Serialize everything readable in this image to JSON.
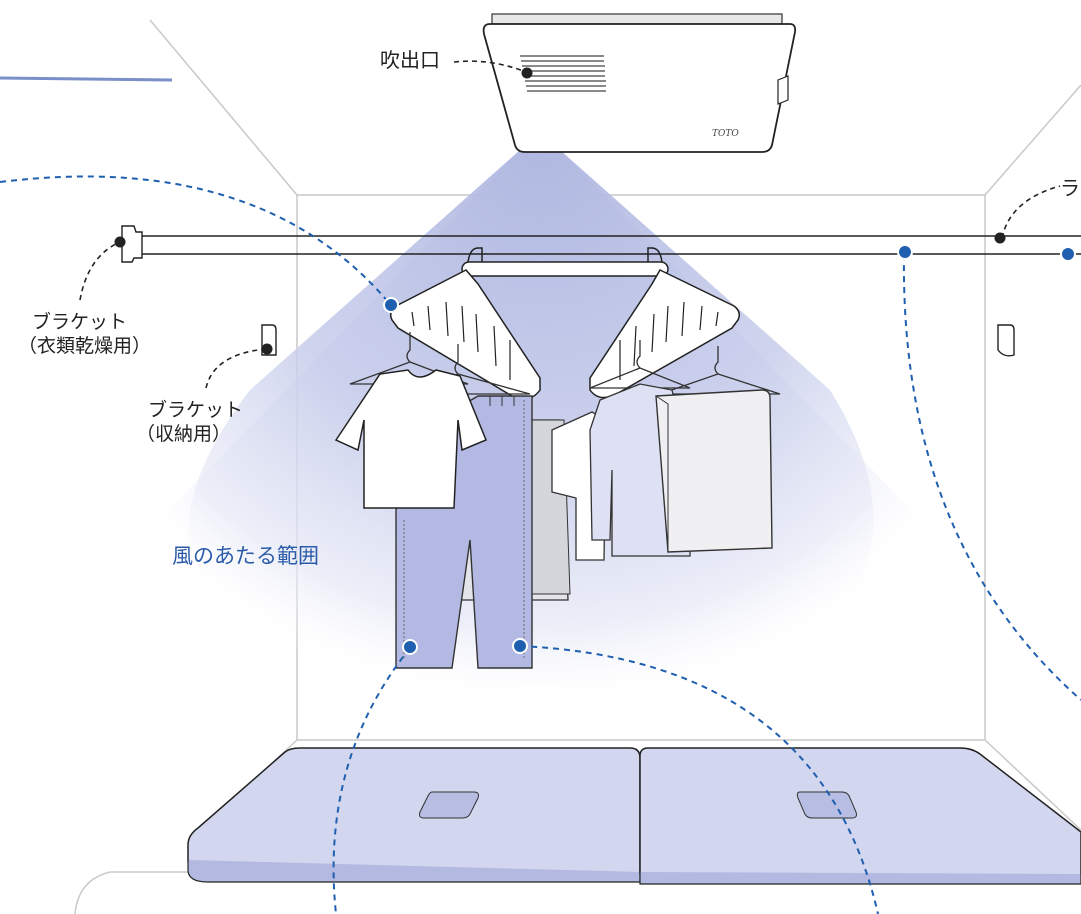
{
  "labels": {
    "outlet": "吹出口",
    "bracket_drying_line1": "ブラケット",
    "bracket_drying_line2": "（衣類乾燥用）",
    "bracket_storage_line1": "ブラケット",
    "bracket_storage_line2": "（収納用）",
    "wind_area": "風のあたる範囲",
    "right_cut": "ラ",
    "brand": "TOTO"
  },
  "colors": {
    "accent_blue": "#1f5fb0",
    "airflow": "#c6cbe8",
    "clothing_blue": "#b7bde3",
    "floor_mat": "#d2d6ee",
    "outline": "#222222",
    "wall_line": "#c9c9c9"
  }
}
